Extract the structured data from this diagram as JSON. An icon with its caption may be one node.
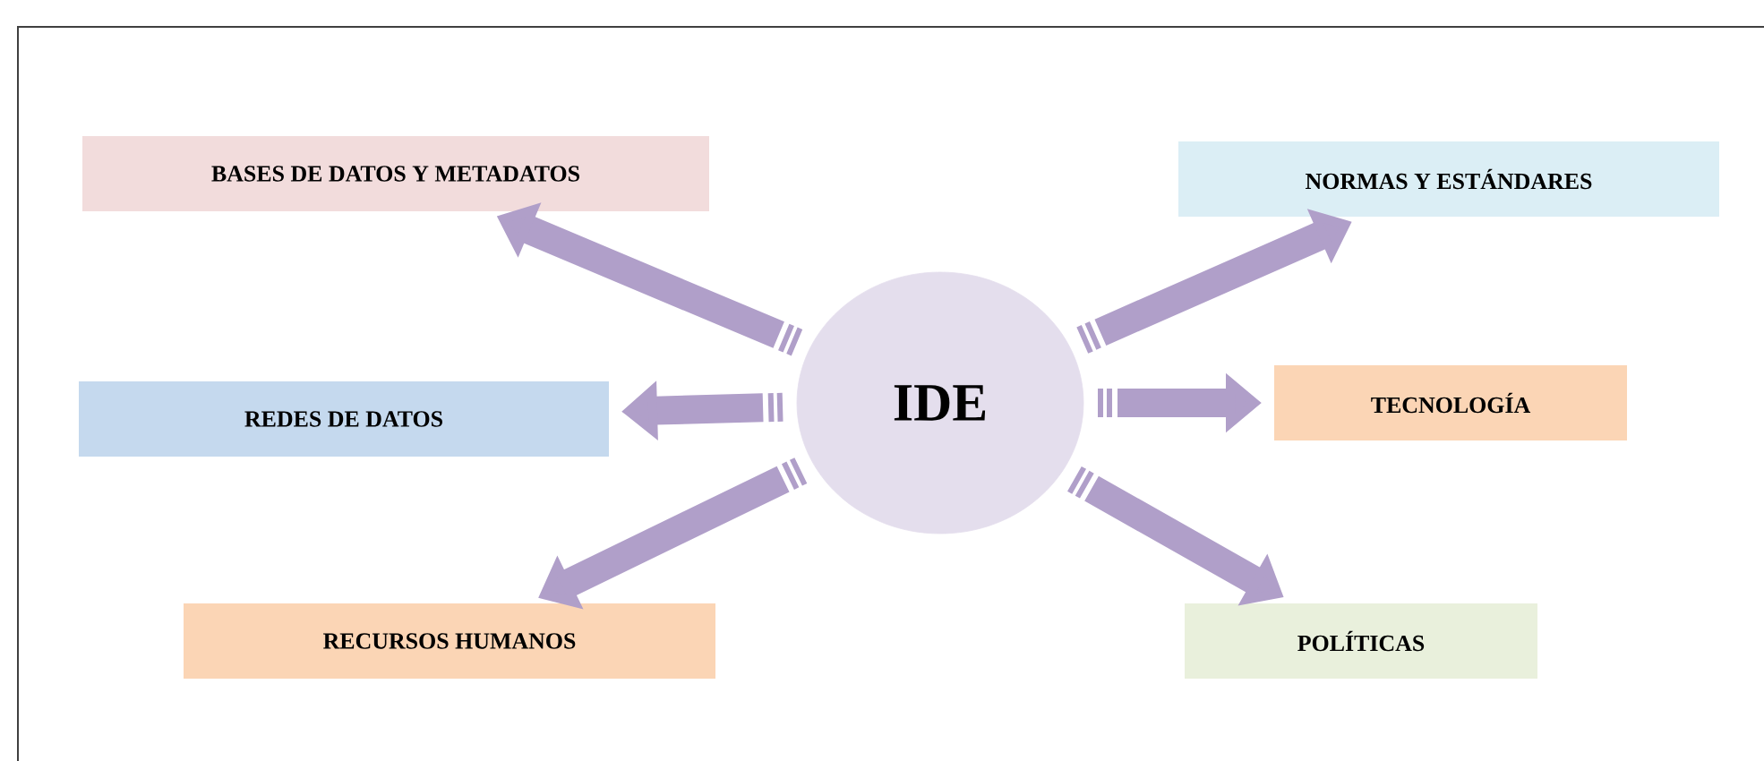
{
  "diagram": {
    "nodes": [
      {
        "text": [
          "BASES DE DATOS Y METADATOS"
        ]
      },
      {
        "text": [
          "NORMAS Y ESTÁNDARES"
        ]
      },
      {
        "text": [
          "REDES DE DATOS"
        ]
      },
      {
        "text": [
          "IDE"
        ]
      },
      {
        "text": [
          "TECNOLOGÍA"
        ]
      },
      {
        "text": [
          "RECURSOS HUMANOS"
        ]
      },
      {
        "text": [
          "POLÍTICAS"
        ]
      }
    ],
    "edges": [
      {
        "from": 3,
        "to": 0,
        "arrow": "to"
      },
      {
        "from": 3,
        "to": 1,
        "arrow": "to"
      },
      {
        "from": 3,
        "to": 2,
        "arrow": "to"
      },
      {
        "from": 3,
        "to": 4,
        "arrow": "to"
      },
      {
        "from": 3,
        "to": 5,
        "arrow": "to"
      },
      {
        "from": 3,
        "to": 6,
        "arrow": "to"
      }
    ]
  }
}
